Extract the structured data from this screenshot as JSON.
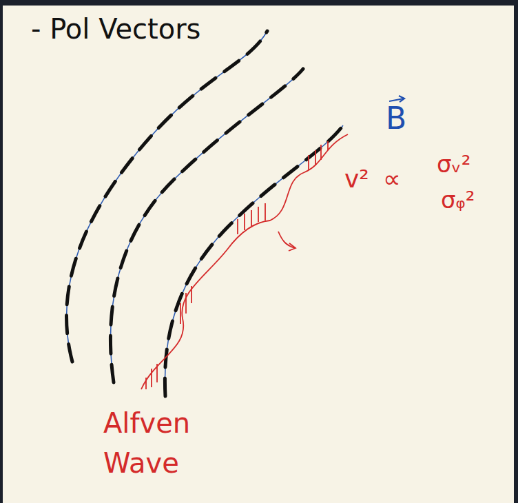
{
  "diagram": {
    "labels": [
      "- Pol Vectors",
      "B",
      "v²",
      "∝",
      "σᵥ²",
      "σᵩ²",
      "Alfven Wave"
    ]
  }
}
